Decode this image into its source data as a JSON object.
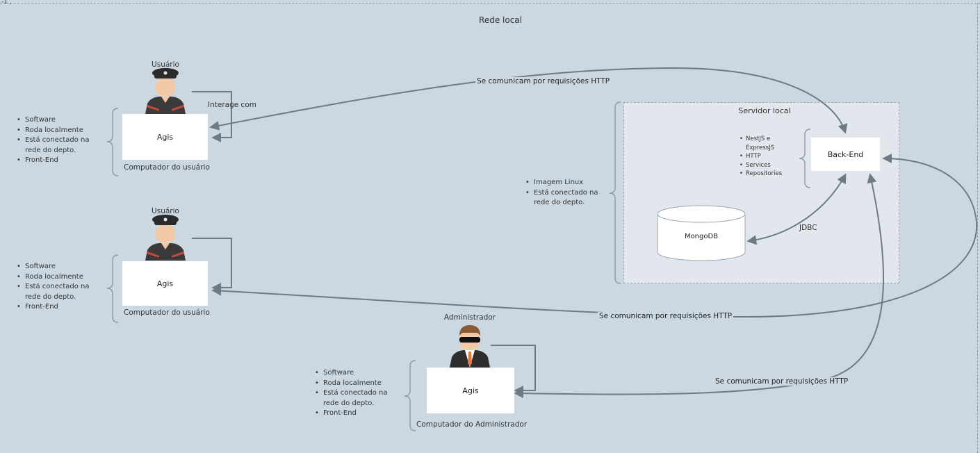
{
  "diagram": {
    "corner_mark": "-1 ,",
    "title": "Rede local",
    "users": [
      {
        "role_label": "Usuário",
        "app_label": "Agis",
        "computer_label": "Computador do usuário",
        "bullets": [
          "Software",
          "Roda localmente",
          "Está conectado na rede do depto.",
          "Front-End"
        ]
      },
      {
        "role_label": "Usuário",
        "app_label": "Agis",
        "computer_label": "Computador do usuário",
        "bullets": [
          "Software",
          "Roda localmente",
          "Está conectado na rede do depto.",
          "Front-End"
        ]
      }
    ],
    "admin": {
      "role_label": "Administrador",
      "app_label": "Agis",
      "computer_label": "Computador do Administrador",
      "bullets": [
        "Software",
        "Roda localmente",
        "Está conectado na rede do depto.",
        "Front-End"
      ]
    },
    "interacts_label": "Interage com",
    "edge_labels": {
      "user1": "Se comunicam por requisições HTTP",
      "user2": "Se comunicam por requisições HTTP",
      "admin": "Se comunicam por requisições HTTP",
      "jdbc": "JDBC"
    },
    "server": {
      "title": "Servidor local",
      "bullets": [
        "Imagem Linux",
        "Está conectado na rede do depto."
      ],
      "backend_label": "Back-End",
      "backend_bullets": [
        "NestJS e ExpressJS",
        "HTTP",
        "Services",
        "Repositories"
      ],
      "database_label": "MongoDB"
    }
  },
  "colors": {
    "background": "#cbd8e2",
    "server_area": "#e1e7ed",
    "arrow": "#6e7a84",
    "uniform": "#3a3a3a",
    "uniform_trim": "#c24a3a",
    "skin": "#f2c9a6",
    "hat": "#2b2b2b",
    "suit": "#2e2e2e",
    "tie": "#e07b47",
    "hair": "#8a5a34",
    "glasses": "#111111"
  },
  "icons": [
    "police-officer-icon",
    "businessman-icon",
    "database-cylinder-icon"
  ]
}
